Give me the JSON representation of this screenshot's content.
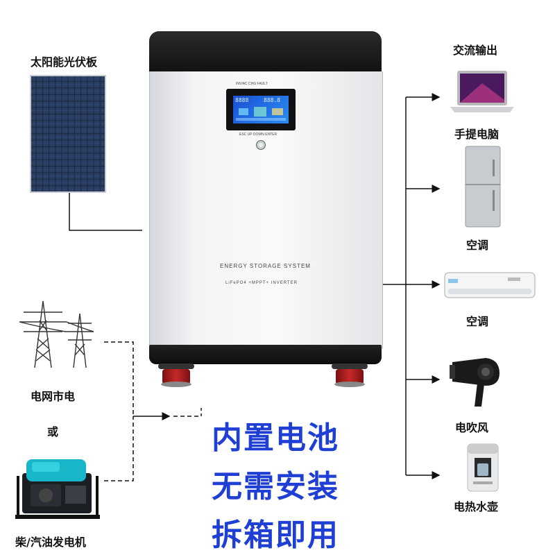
{
  "labels": {
    "solar": "太阳能光伏板",
    "ac_output": "交流输出",
    "laptop": "手提电脑",
    "fridge": "空调",
    "aircon": "空调",
    "grid": "电网市电",
    "or": "或",
    "generator": "柴/汽油发电机",
    "hairdryer": "电吹风",
    "kettle": "电热水壶"
  },
  "slogan": {
    "line1": "内置电池",
    "line2": "无需安装",
    "line3": "拆箱即用"
  },
  "unit": {
    "indicator_text": "INV/AC CHG FAULT",
    "buttons_text": "ESC   UP  DOWN  ENTER",
    "title": "ENERGY STORAGE SYSTEM",
    "subtitle": "LiFePO4 +MPPT+ INVERTER",
    "lcd_readout_1": "8888",
    "lcd_readout_2": "888.8"
  },
  "colors": {
    "slogan": "#1f3fd4",
    "unit_top": "#1a1a1a",
    "unit_body": "#e9ebee",
    "led_green": "#2ecc40",
    "led_red": "#e53935"
  }
}
